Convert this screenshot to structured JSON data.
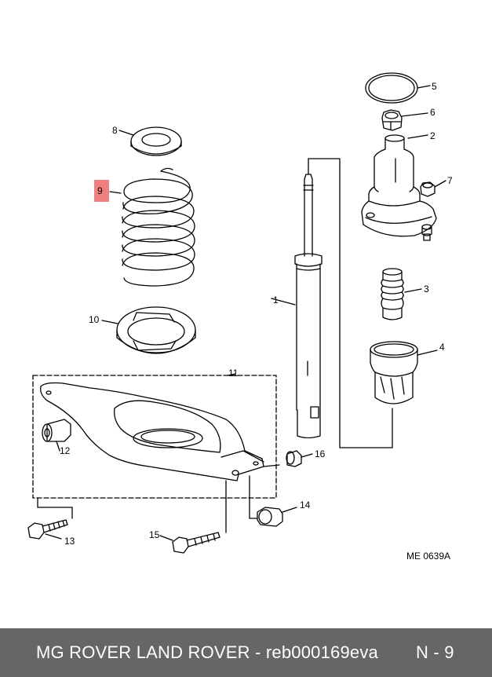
{
  "diagram": {
    "callouts": {
      "c1": "1",
      "c2": "2",
      "c3": "3",
      "c4": "4",
      "c5": "5",
      "c6": "6",
      "c7": "7",
      "c8": "8",
      "c9": "9",
      "c10": "10",
      "c11": "11",
      "c12": "12",
      "c13": "13",
      "c14": "14",
      "c15": "15",
      "c16": "16"
    },
    "highlight_color": "#f08080",
    "reference": "ME 0639A"
  },
  "footer": {
    "title": "MG ROVER LAND ROVER - reb000169eva",
    "page": "N - 9",
    "background": "#666666"
  }
}
